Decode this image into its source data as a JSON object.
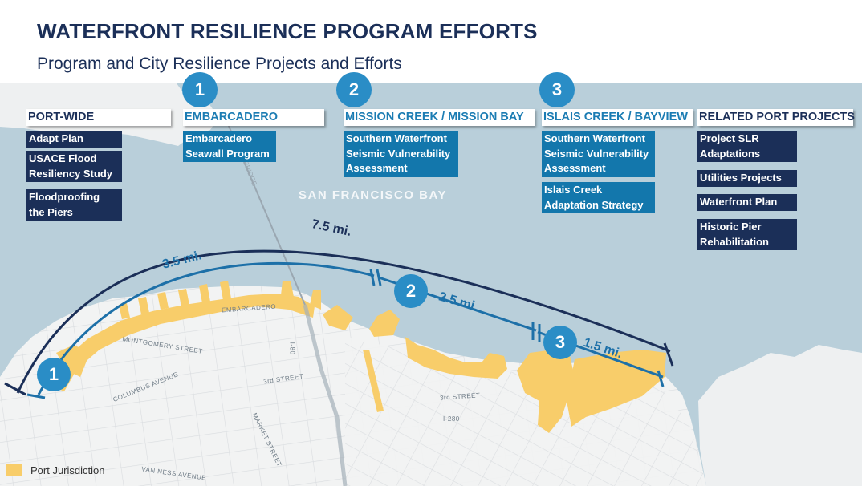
{
  "title": "WATERFRONT RESILIENCE PROGRAM EFFORTS",
  "subtitle": "Program and City Resilience Projects and Efforts",
  "colors": {
    "navy": "#1b2f58",
    "blue": "#1377ac",
    "badge": "#2a8dc6",
    "water": "#b9cfda",
    "land": "#f2f3f3",
    "port": "#f8cd6a"
  },
  "columns": {
    "port_wide": {
      "header": "PORT-WIDE",
      "items": [
        "Adapt Plan",
        "USACE Flood\nResiliency Study",
        "Floodproofing\nthe Piers"
      ]
    },
    "embarcadero": {
      "number": "1",
      "header": "EMBARCADERO",
      "items": [
        "Embarcadero\nSeawall Program"
      ]
    },
    "mission": {
      "number": "2",
      "header": "MISSION CREEK / MISSION BAY",
      "items": [
        "Southern Waterfront\nSeismic Vulnerability\nAssessment"
      ]
    },
    "islais": {
      "number": "3",
      "header": "ISLAIS CREEK / BAYVIEW",
      "items": [
        "Southern Waterfront\nSeismic Vulnerability\nAssessment",
        "Islais Creek\nAdaptation Strategy"
      ]
    },
    "related": {
      "header": "RELATED PORT PROJECTS",
      "items": [
        "Project SLR\nAdaptations",
        "Utilities Projects",
        "Waterfront Plan",
        "Historic Pier\nRehabilitation"
      ]
    }
  },
  "map": {
    "bay_label": "SAN FRANCISCO BAY",
    "bridge_label": "BAY BRIDGE",
    "outer_distance": "7.5 mi.",
    "segments": [
      {
        "number": "1",
        "distance": "3.5 mi."
      },
      {
        "number": "2",
        "distance": "2.5 mi."
      },
      {
        "number": "3",
        "distance": "1.5 mi."
      }
    ],
    "streets": [
      "EMBARCADERO",
      "MONTGOMERY STREET",
      "COLUMBUS AVENUE",
      "I-80",
      "3rd STREET",
      "MARKET STREET",
      "3rd STREET",
      "I-280",
      "VAN NESS AVENUE"
    ]
  },
  "legend": {
    "label": "Port Jurisdiction"
  }
}
